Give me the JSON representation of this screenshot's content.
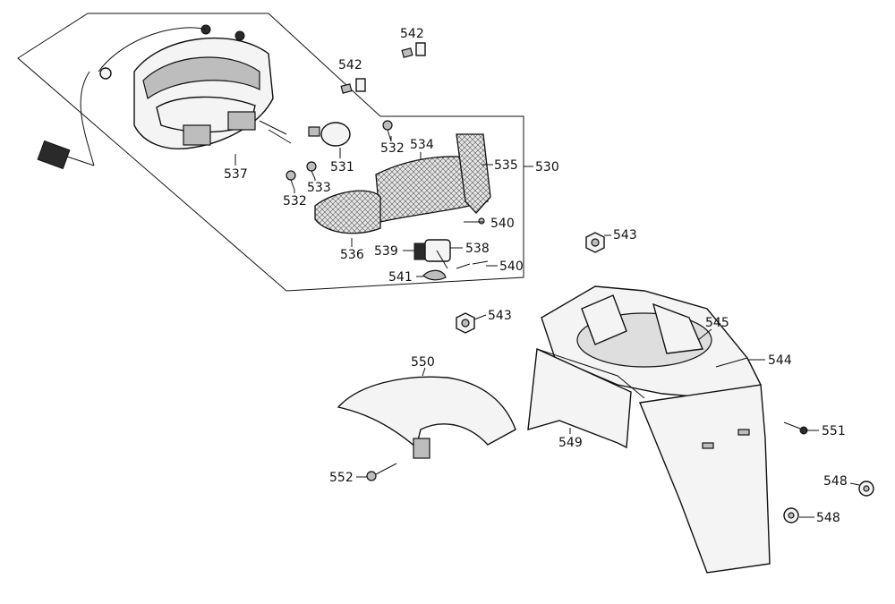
{
  "diagram": {
    "labels": {
      "p530": "530",
      "p531": "531",
      "p532a": "532",
      "p532b": "532",
      "p533": "533",
      "p534": "534",
      "p535": "535",
      "p536": "536",
      "p537": "537",
      "p538": "538",
      "p539": "539",
      "p540a": "540",
      "p540b": "540",
      "p541": "541",
      "p542a": "542",
      "p542b": "542",
      "p543a": "543",
      "p543b": "543",
      "p544": "544",
      "p545": "545",
      "p548a": "548",
      "p548b": "548",
      "p549": "549",
      "p550": "550",
      "p551": "551",
      "p552": "552"
    }
  }
}
